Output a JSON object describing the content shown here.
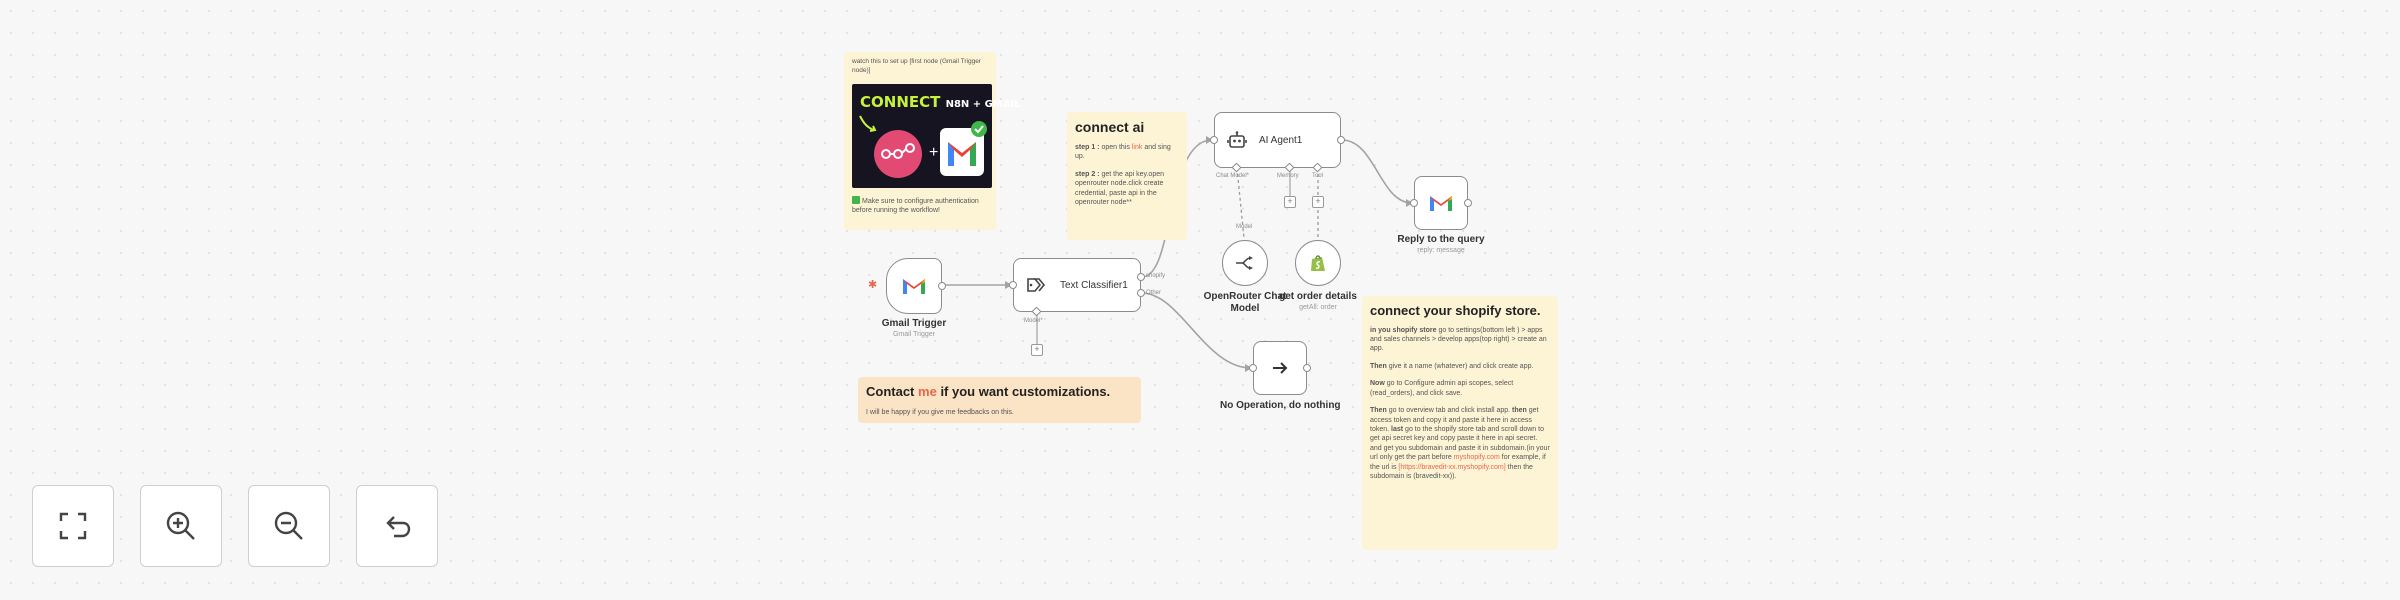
{
  "notes": {
    "gmail_setup": {
      "caption": "watch this to set up [first node (Gmail Trigger node)]",
      "thumbnail_title": "CONNECT",
      "thumbnail_words": "N8N + GMAIL",
      "footer": "Make sure to configure authentication before running the workflow!"
    },
    "connect_ai": {
      "title": "connect ai",
      "step1_lead": "step 1 :",
      "step1_a": "open this",
      "step1_link": "link",
      "step1_b": "and sing up.",
      "step2_lead": "step 2 :",
      "step2_text": "get the api key.open openrouter node.click create credential, paste api in the openrouter node**"
    },
    "contact": {
      "title_a": "Contact",
      "title_me": "me",
      "title_b": "if you want customizations.",
      "body": "I will be happy if you give me feedbacks on this."
    },
    "shopify": {
      "title": "connect your shopify store.",
      "p1_lead": "in you shopify store",
      "p1_text": "go to settings(bottom left ) > apps and sales channels > develop apps(top right) > create an app.",
      "p2_lead": "Then",
      "p2_text": "give it a name (whatever) and click create app.",
      "p3_lead": "Now",
      "p3_text": "go to Configure admin api scopes, select (read_orders), and click save.",
      "p4_lead": "Then",
      "p4_text": "go to overview tab and click install app.",
      "p4_lead2": "then",
      "p4_text2": "get access token and copy it and paste it here in access token.",
      "p4_lead3": "last",
      "p4_text3": "go to the shopify store tab and scroll down to get api secret key and copy paste it here in api secret. and get you subdomain and paste it in subdomain.(in your url only get the part before",
      "p4_link1": "myshopify.com",
      "p4_text4": "for example, if the url is",
      "p4_link2": "[https://bravedit-xx.myshopify.com]",
      "p4_text5": "then the subdomain is (bravedit-xx))."
    }
  },
  "nodes": {
    "gmail_trigger": {
      "title": "Gmail Trigger",
      "subtitle": "Gmail Trigger"
    },
    "text_classifier": {
      "label": "Text Classifier1",
      "out_a": "shopify",
      "out_b": "Other",
      "model_port": "Model*"
    },
    "ai_agent": {
      "label": "AI Agent1",
      "port_chat": "Chat Model*",
      "port_memory": "Memory",
      "port_tool": "Tool"
    },
    "reply": {
      "title": "Reply to the query",
      "subtitle": "reply: message"
    },
    "openrouter": {
      "title": "OpenRouter Chat Model",
      "port": "Model"
    },
    "get_order": {
      "title": "get order details",
      "subtitle": "getAll: order"
    },
    "no_op": {
      "title": "No Operation, do nothing"
    }
  },
  "controls": {
    "fit": "fit-view",
    "zoom_in": "zoom-in",
    "zoom_out": "zoom-out",
    "reset": "reset-zoom"
  },
  "colors": {
    "accent": "#e9664d",
    "sticky": "#fdf3d5",
    "sticky_orange": "#fbe3c6",
    "node_border": "#8c8c8c",
    "edge": "#a3a3a3"
  },
  "icons": {
    "gmail": "gmail-icon",
    "classifier": "classifier-icon",
    "robot": "robot-icon",
    "arrow": "arrow-right-icon",
    "shopify": "shopify-icon",
    "openrouter": "openrouter-icon"
  }
}
